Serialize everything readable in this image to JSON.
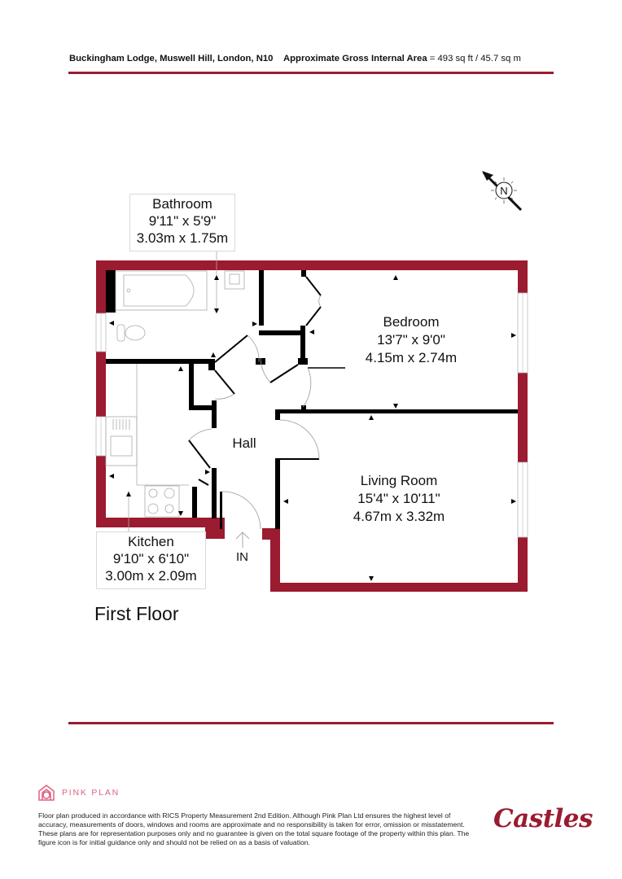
{
  "header": {
    "address": "Buckingham Lodge, Muswell Hill, London, N10",
    "area_label": "Approximate Gross Internal Area",
    "area_value": "= 493 sq ft / 45.7 sq m"
  },
  "compass": {
    "icon": "north-compass-icon",
    "letter": "N"
  },
  "rooms": [
    {
      "name": "Bathroom",
      "imperial": "9'11\" x 5'9\"",
      "metric": "3.03m x 1.75m"
    },
    {
      "name": "Bedroom",
      "imperial": "13'7\" x 9'0\"",
      "metric": "4.15m x 2.74m"
    },
    {
      "name": "Hall"
    },
    {
      "name": "Living Room",
      "imperial": "15'4\" x 10'11\"",
      "metric": "4.67m x 3.32m"
    },
    {
      "name": "Kitchen",
      "imperial": "9'10\" x 6'10\"",
      "metric": "3.00m x 2.09m"
    }
  ],
  "entrance": {
    "label": "IN"
  },
  "floor_title": "First Floor",
  "footer": {
    "brand": "PINK PLAN",
    "disclaimer": "Floor plan produced in accordance with RICS Property Measurement 2nd Edition. Although Pink Plan Ltd ensures the highest level of accuracy, measurements of doors, windows and rooms are approximate and no responsibility is taken for error, omission or misstatement. These plans are for representation purposes only and no guarantee is given on the total square footage of the property within this plan. The figure icon is for initial guidance only and should not be relied on as a basis of valuation.",
    "agent_logo": "Castles"
  },
  "colors": {
    "exterior_wall": "#9b1b30",
    "interior_wall": "#000000",
    "pink_brand": "#e0617f"
  }
}
